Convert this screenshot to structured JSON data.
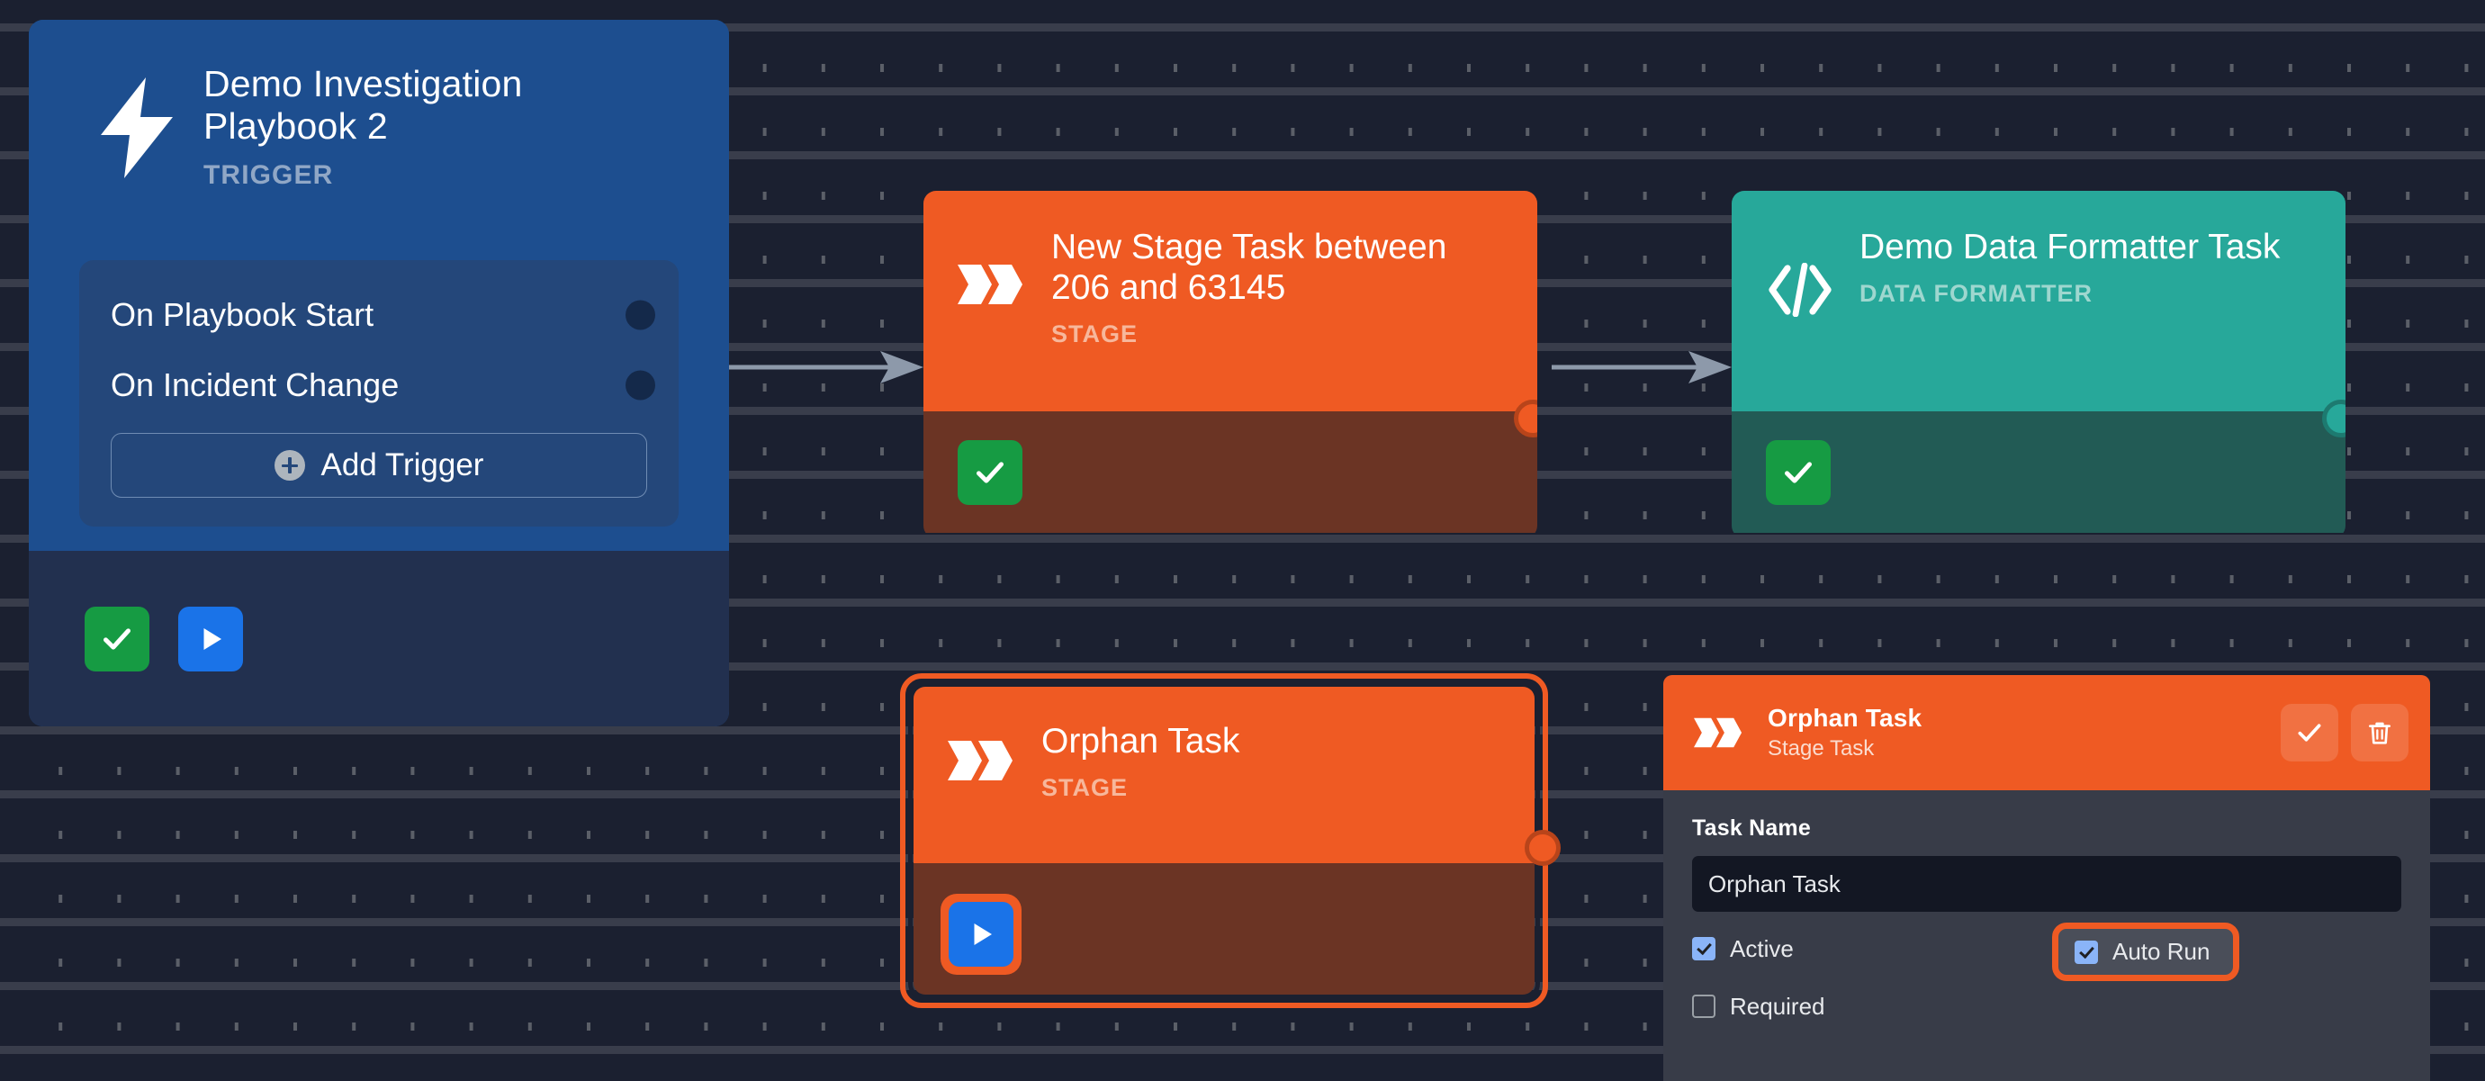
{
  "canvas": {
    "background_color": "#1b2030",
    "grid": "dot-grid"
  },
  "trigger_node": {
    "title": "Demo Investigation Playbook 2",
    "type_label": "TRIGGER",
    "icon": "lightning-bolt-icon",
    "accent_color": "#1d4e8f",
    "triggers": [
      {
        "label": "On Playbook Start"
      },
      {
        "label": "On Incident Change"
      }
    ],
    "add_trigger_label": "Add Trigger",
    "actions": {
      "complete_label": "",
      "run_label": ""
    }
  },
  "stage_node": {
    "title": "New Stage Task between 206 and 63145",
    "type_label": "STAGE",
    "icon": "double-chevron-icon",
    "accent_color": "#ef5a23",
    "body_color": "#6b3424"
  },
  "data_formatter_node": {
    "title": "Demo Data Formatter Task",
    "type_label": "DATA FORMATTER",
    "icon": "code-brackets-icon",
    "accent_color": "#27a89a",
    "body_color": "#225b55"
  },
  "orphan_node": {
    "title": "Orphan Task",
    "type_label": "STAGE",
    "icon": "double-chevron-icon",
    "accent_color": "#ef5a23",
    "body_color": "#6b3424",
    "selected": true
  },
  "side_panel": {
    "title": "Orphan Task",
    "subtitle": "Stage Task",
    "icon": "double-chevron-icon",
    "header_color": "#ef5a23",
    "background_color": "#383c48",
    "confirm_icon": "check-icon",
    "delete_icon": "trash-icon",
    "task_name_label": "Task Name",
    "task_name_value": "Orphan Task",
    "task_name_placeholder": "Task Name",
    "checkboxes": [
      {
        "label": "Active",
        "checked": true,
        "highlighted": false
      },
      {
        "label": "Auto Run",
        "checked": true,
        "highlighted": true
      },
      {
        "label": "Required",
        "checked": false,
        "highlighted": false
      }
    ],
    "highlight_color": "#ef5a23"
  }
}
